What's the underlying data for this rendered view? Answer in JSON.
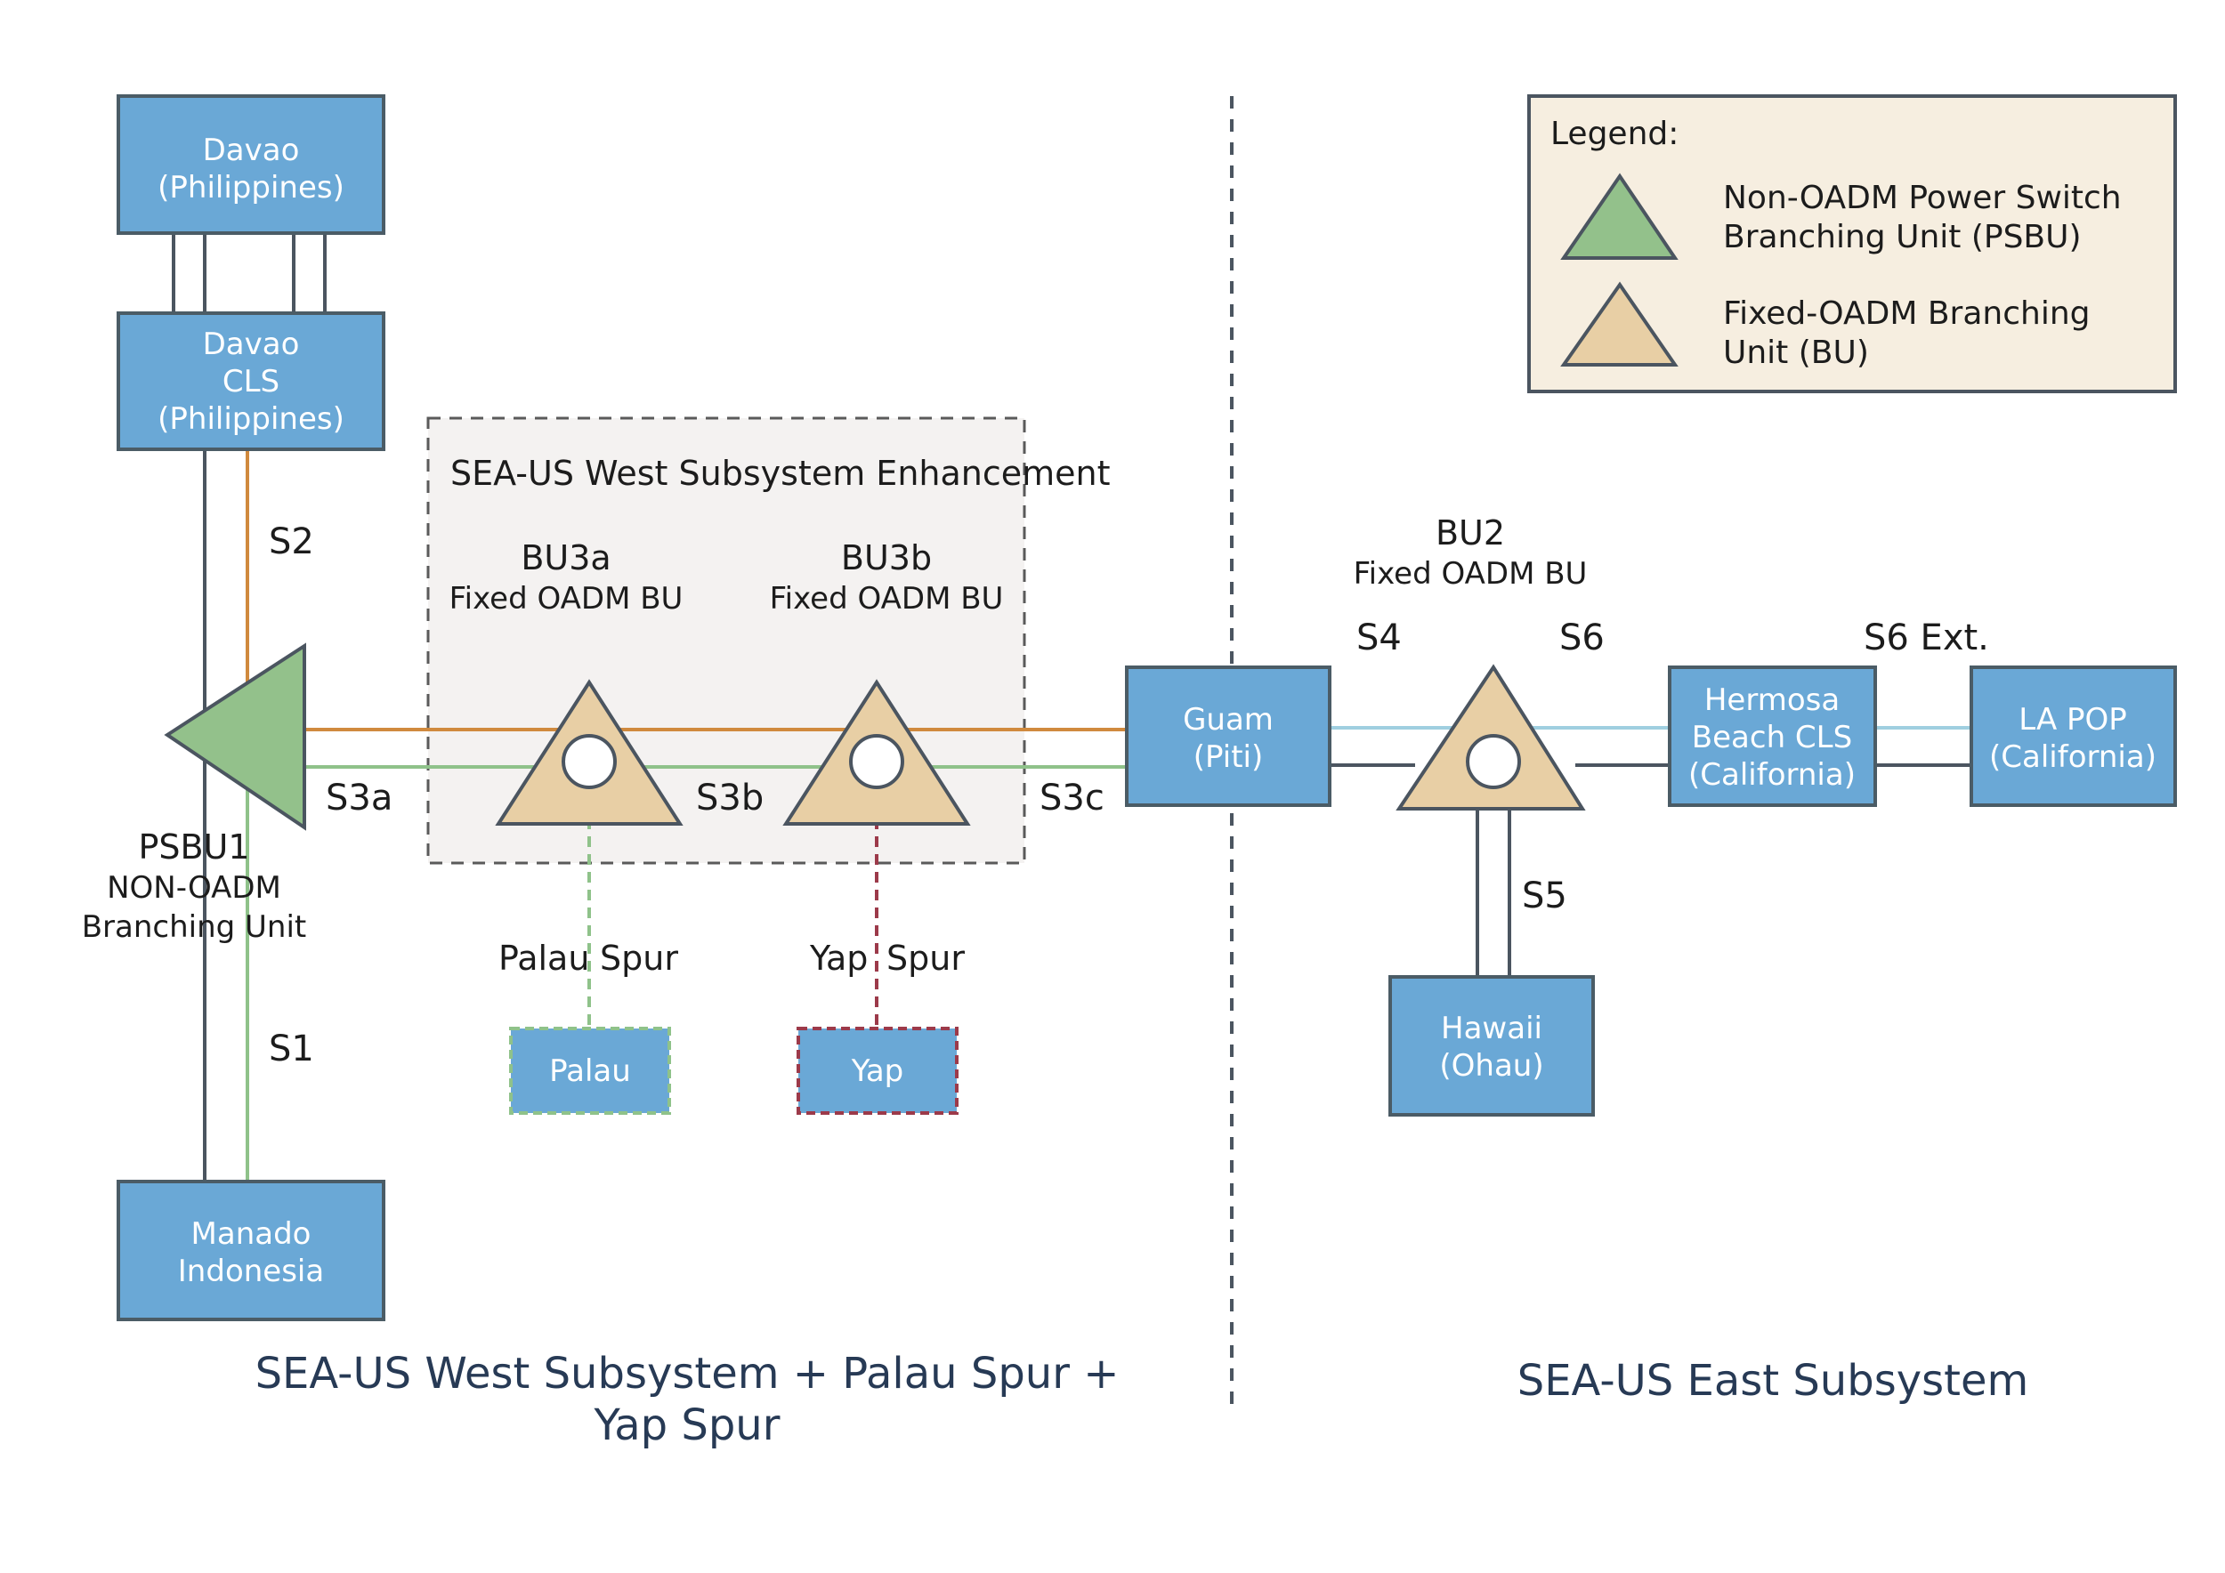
{
  "nodes": {
    "davao": [
      "Davao",
      "(Philippines)"
    ],
    "davao_cls": [
      "Davao",
      "CLS",
      "(Philippines)"
    ],
    "manado": [
      "Manado",
      "Indonesia"
    ],
    "palau": [
      "Palau"
    ],
    "yap": [
      "Yap"
    ],
    "guam": [
      "Guam",
      "(Piti)"
    ],
    "hermosa": [
      "Hermosa",
      "Beach CLS",
      "(California)"
    ],
    "la_pop": [
      "LA POP",
      "(California)"
    ],
    "hawaii": [
      "Hawaii",
      "(Ohau)"
    ]
  },
  "units": {
    "psbu1": {
      "name": "PSBU1",
      "line1": "NON-OADM",
      "line2": "Branching Unit"
    },
    "bu3a": {
      "name": "BU3a",
      "desc": "Fixed OADM BU"
    },
    "bu3b": {
      "name": "BU3b",
      "desc": "Fixed OADM BU"
    },
    "bu2": {
      "name": "BU2",
      "desc": "Fixed OADM BU"
    }
  },
  "segments": {
    "s1": "S1",
    "s2": "S2",
    "s3a": "S3a",
    "s3b": "S3b",
    "s3c": "S3c",
    "s4": "S4",
    "s5": "S5",
    "s6": "S6",
    "s6ext": "S6 Ext."
  },
  "spurs": {
    "palau_a": "Palau",
    "palau_b": "Spur",
    "yap_a": "Yap",
    "yap_b": "Spur"
  },
  "enhancement_title": "SEA-US West Subsystem Enhancement",
  "legend": {
    "title": "Legend:",
    "item1": [
      "Non-OADM Power Switch",
      "Branching Unit (PSBU)"
    ],
    "item2": [
      "Fixed-OADM Branching",
      "Unit (BU)"
    ]
  },
  "footers": {
    "west_line1": "SEA-US West Subsystem + Palau Spur +",
    "west_line2": "Yap Spur",
    "east": "SEA-US East Subsystem"
  },
  "colors": {
    "node_fill": "#6aa8d6",
    "psbu_fill": "#93c18b",
    "bu_fill": "#e8cfa5",
    "orange_fiber": "#d08a3e",
    "green_fiber": "#8fc28a",
    "blue_fiber": "#9fcfe0",
    "yap_spur": "#9c3a4a",
    "legend_bg": "#f6eee0"
  }
}
